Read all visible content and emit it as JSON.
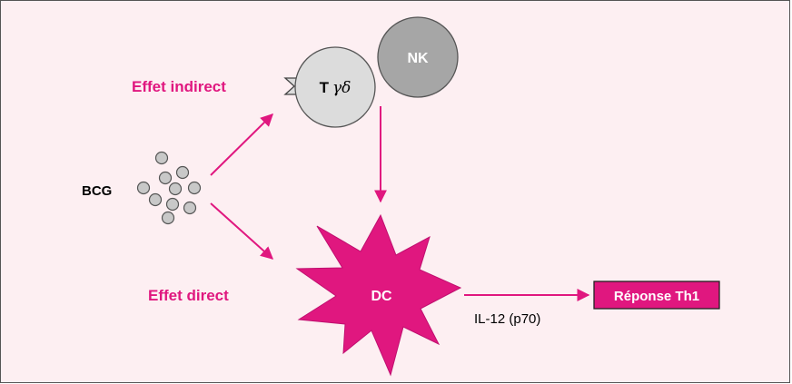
{
  "diagram": {
    "bcg_label": "BCG",
    "indirect_label": "Effet indirect",
    "direct_label": "Effet direct",
    "t_cell": {
      "letter": "T",
      "subtype": "γδ"
    },
    "nk_label": "NK",
    "dc_label": "DC",
    "cytokine_label": "IL-12 (p70)",
    "response_label": "Réponse Th1"
  },
  "colors": {
    "accent": "#e0177f",
    "background": "#fdeff2",
    "t_cell_fill": "#dcdcdc",
    "nk_fill": "#a6a6a6",
    "bead_fill": "#c8c8c8"
  }
}
